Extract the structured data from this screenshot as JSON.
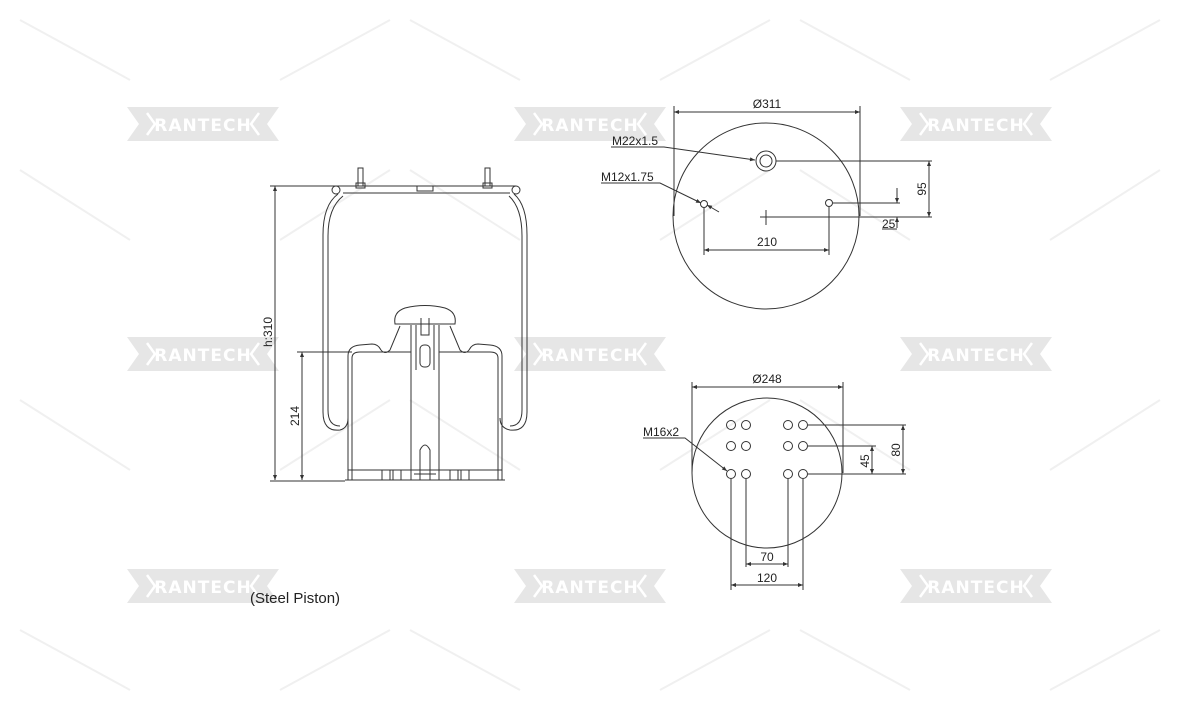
{
  "watermark": "RANTECH",
  "side_view": {
    "height_label": "h:310",
    "piston_height_label": "214",
    "caption": "(Steel Piston)"
  },
  "top_plate": {
    "diameter_label": "Ø311",
    "air_port_label": "M22x1.5",
    "stud_label": "M12x1.75",
    "stud_spacing_label": "210",
    "port_offset_label": "95",
    "stud_offset_label": "25"
  },
  "piston_base": {
    "diameter_label": "Ø248",
    "thread_label": "M16x2",
    "inner_spacing_label": "70",
    "outer_spacing_label": "120",
    "row_spacing_small_label": "45",
    "row_spacing_large_label": "80"
  },
  "colors": {
    "line": "#333333",
    "watermark": "#e6e6e6"
  }
}
